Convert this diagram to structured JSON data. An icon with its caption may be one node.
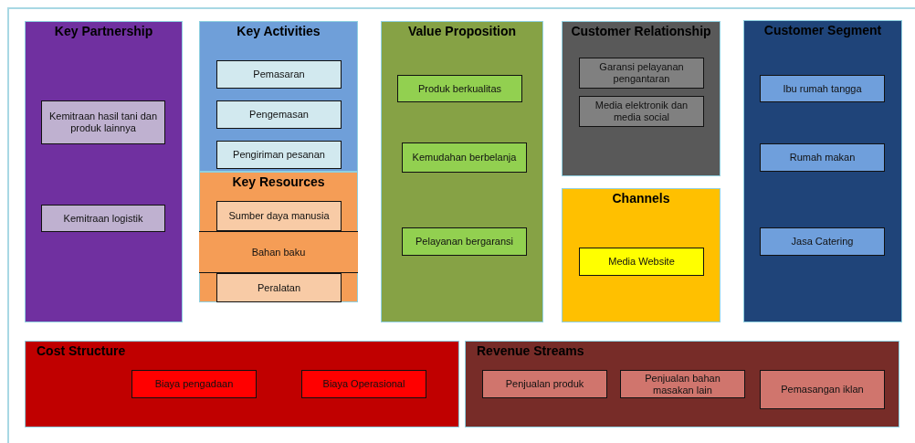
{
  "diagram": {
    "nodes": [
      {
        "text": [
          "Key Partnership"
        ]
      },
      {
        "text": [
          "Kemitraan hasil tani dan produk lainnya"
        ],
        "in": 0
      },
      {
        "text": [
          "Kemitraan logistik"
        ],
        "in": 0
      },
      {
        "text": [
          "Key Activities"
        ]
      },
      {
        "text": [
          "Pemasaran"
        ],
        "in": 3
      },
      {
        "text": [
          "Pengemasan"
        ],
        "in": 3
      },
      {
        "text": [
          "Pengiriman pesanan"
        ],
        "in": 3
      },
      {
        "text": [
          "Key Resources"
        ]
      },
      {
        "text": [
          "Sumber daya manusia"
        ],
        "in": 7
      },
      {
        "text": [
          "Bahan baku"
        ],
        "in": 7
      },
      {
        "text": [
          "Peralatan"
        ],
        "in": 7
      },
      {
        "text": [
          "Value Proposition"
        ]
      },
      {
        "text": [
          "Produk berkualitas"
        ],
        "in": 11
      },
      {
        "text": [
          "Kemudahan berbelanja"
        ],
        "in": 11
      },
      {
        "text": [
          "Pelayanan bergaransi"
        ],
        "in": 11
      },
      {
        "text": [
          "Customer Relationship"
        ]
      },
      {
        "text": [
          "Garansi pelayanan pengantaran"
        ],
        "in": 15
      },
      {
        "text": [
          "Media elektronik dan media social"
        ],
        "in": 15
      },
      {
        "text": [
          "Channels"
        ]
      },
      {
        "text": [
          "Media Website"
        ],
        "in": 18
      },
      {
        "text": [
          "Customer Segment"
        ]
      },
      {
        "text": [
          "Ibu rumah tangga"
        ],
        "in": 20
      },
      {
        "text": [
          "Rumah makan"
        ],
        "in": 20
      },
      {
        "text": [
          "Jasa Catering"
        ],
        "in": 20
      },
      {
        "text": [
          "Cost Structure"
        ]
      },
      {
        "text": [
          "Biaya pengadaan"
        ],
        "in": 24
      },
      {
        "text": [
          "Biaya Operasional"
        ],
        "in": 24
      },
      {
        "text": [
          "Revenue Streams"
        ]
      },
      {
        "text": [
          "Penjualan produk"
        ],
        "in": 27
      },
      {
        "text": [
          "Penjualan bahan masakan lain"
        ],
        "in": 27
      },
      {
        "text": [
          "Pemasangan iklan"
        ],
        "in": 27
      }
    ]
  }
}
